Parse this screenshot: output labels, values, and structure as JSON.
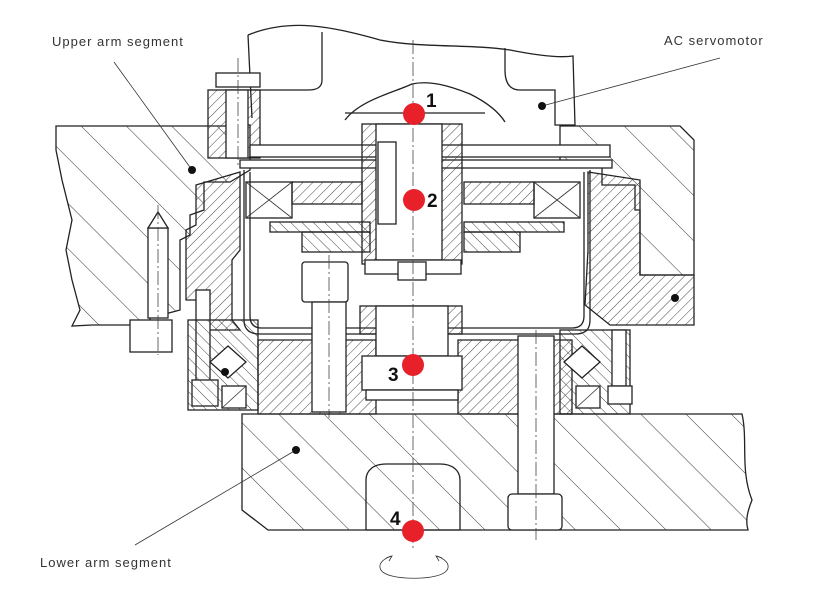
{
  "figure": {
    "type": "cross-section engineering drawing",
    "subject": "Robot arm joint with AC servomotor and bearing assembly"
  },
  "labels": [
    {
      "id": "upper-arm",
      "text": "Upper arm segment"
    },
    {
      "id": "ac-servo",
      "text": "AC servomotor"
    },
    {
      "id": "lower-arm",
      "text": "Lower arm segment"
    }
  ],
  "markers": [
    {
      "number": "1",
      "color": "#e8202a"
    },
    {
      "number": "2",
      "color": "#e8202a"
    },
    {
      "number": "3",
      "color": "#e8202a"
    },
    {
      "number": "4",
      "color": "#e8202a"
    }
  ],
  "symbols": {
    "rotation": "rotation-arrow-icon"
  }
}
